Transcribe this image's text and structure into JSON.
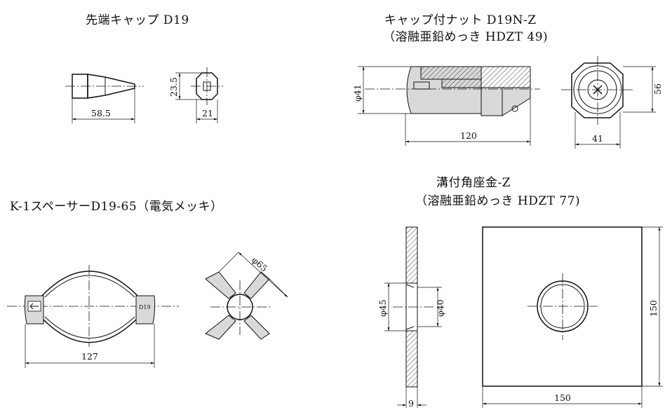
{
  "titles": {
    "tip_cap": "先端キャップ D19",
    "cap_nut": "キャップ付ナット D19N-Z",
    "cap_nut_sub": "（溶融亜鉛めっき HDZT 49)",
    "washer": "溝付角座金-Z",
    "washer_sub": "（溶融亜鉛めっき HDZT 77)",
    "spacer": "K-1スペーサーD19-65（電気メッキ）"
  },
  "dims": {
    "tip_len": "58.5",
    "tip_h": "23.5",
    "tip_w": "21",
    "nut_dia": "φ41",
    "nut_len": "120",
    "nut_hex": "56",
    "nut_w": "41",
    "spacer_len": "127",
    "spacer_dia": "φ65",
    "spacer_label": "D19",
    "washer_hole_out": "φ45",
    "washer_hole_in": "φ40",
    "washer_t": "9",
    "washer_w": "150",
    "washer_h": "150"
  }
}
